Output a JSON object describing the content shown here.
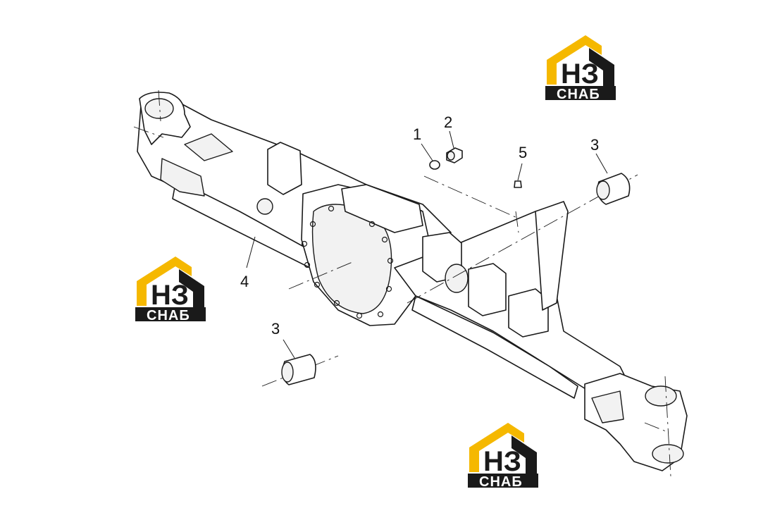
{
  "callouts": {
    "c1": "1",
    "c2": "2",
    "c3a": "3",
    "c3b": "3",
    "c4": "4",
    "c5": "5"
  },
  "watermark": {
    "letters": "НЗ",
    "caption": "СНАБ",
    "accent_color": "#f5b800",
    "dark_color": "#1a1a1a"
  }
}
